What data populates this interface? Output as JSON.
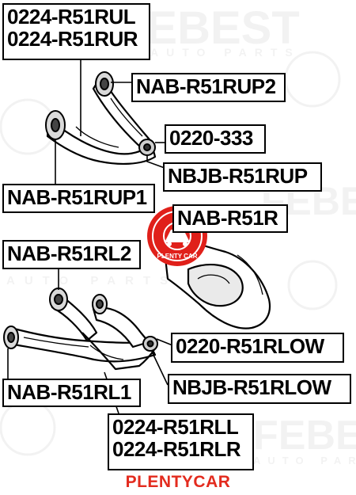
{
  "callouts": {
    "upper_arm_part_1": "0224-R51RUL",
    "upper_arm_part_2": "0224-R51RUR",
    "upper_bushing_1": "NAB-R51RUP2",
    "upper_ball_joint_boot": "0220-333",
    "upper_ball_joint": "NBJB-R51RUP",
    "upper_bushing_2": "NAB-R51RUP1",
    "knuckle_bushing": "NAB-R51R",
    "lower_bushing_2": "NAB-R51RL2",
    "lower_ball_joint_boot": "0220-R51RLOW",
    "lower_ball_joint": "NBJB-R51RLOW",
    "lower_bushing_1": "NAB-R51RL1",
    "lower_arm_part_1": "0224-R51RLL",
    "lower_arm_part_2": "0224-R51RLR"
  },
  "watermark": {
    "brand": "FEBEST",
    "tagline": "AUTO PARTS"
  },
  "stamp": {
    "text": "PLENTY CAR"
  },
  "brand": "PLENTYCAR",
  "colors": {
    "brand_red": "#e32b1e",
    "stamp_red": "#e0201a",
    "line": "#000000"
  }
}
